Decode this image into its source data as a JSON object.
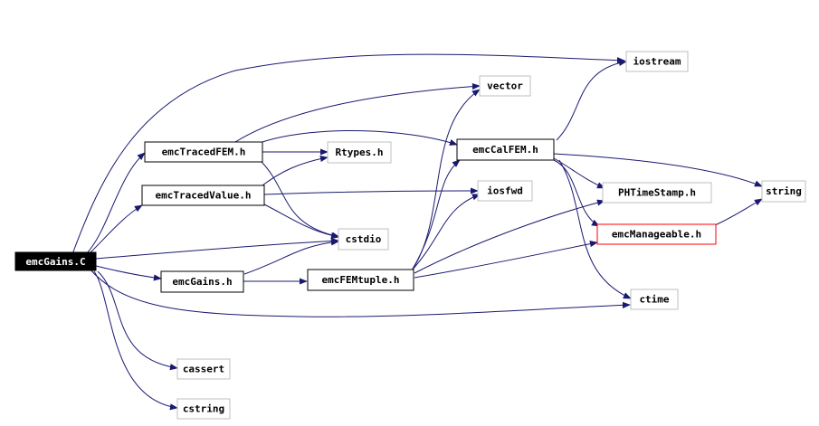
{
  "colors": {
    "edge": "#191970",
    "root_fill": "#000000",
    "root_text": "#ffffff",
    "node_border_black": "#000000",
    "node_border_gray": "#bfbfbf",
    "node_border_red": "#ff0000",
    "node_text": "#000000"
  },
  "nodes": {
    "emcGains_C": {
      "label": "emcGains.C",
      "style": "root"
    },
    "emcTracedFEM_h": {
      "label": "emcTracedFEM.h",
      "style": "black"
    },
    "emcTracedValue_h": {
      "label": "emcTracedValue.h",
      "style": "black"
    },
    "emcGains_h": {
      "label": "emcGains.h",
      "style": "black"
    },
    "emcFEMtuple_h": {
      "label": "emcFEMtuple.h",
      "style": "black"
    },
    "emcCalFEM_h": {
      "label": "emcCalFEM.h",
      "style": "black"
    },
    "emcManageable_h": {
      "label": "emcManageable.h",
      "style": "red"
    },
    "PHTimeStamp_h": {
      "label": "PHTimeStamp.h",
      "style": "gray"
    },
    "iostream": {
      "label": "iostream",
      "style": "gray"
    },
    "vector": {
      "label": "vector",
      "style": "gray"
    },
    "Rtypes_h": {
      "label": "Rtypes.h",
      "style": "gray"
    },
    "iosfwd": {
      "label": "iosfwd",
      "style": "gray"
    },
    "cstdio": {
      "label": "cstdio",
      "style": "gray"
    },
    "string": {
      "label": "string",
      "style": "gray"
    },
    "ctime": {
      "label": "ctime",
      "style": "gray"
    },
    "cassert": {
      "label": "cassert",
      "style": "gray"
    },
    "cstring": {
      "label": "cstring",
      "style": "gray"
    }
  },
  "edges": [
    [
      "emcGains_C",
      "emcTracedFEM_h"
    ],
    [
      "emcGains_C",
      "emcTracedValue_h"
    ],
    [
      "emcGains_C",
      "emcGains_h"
    ],
    [
      "emcGains_C",
      "iostream"
    ],
    [
      "emcGains_C",
      "cstdio"
    ],
    [
      "emcGains_C",
      "ctime"
    ],
    [
      "emcGains_C",
      "cassert"
    ],
    [
      "emcGains_C",
      "cstring"
    ],
    [
      "emcTracedFEM_h",
      "vector"
    ],
    [
      "emcTracedFEM_h",
      "Rtypes_h"
    ],
    [
      "emcTracedFEM_h",
      "emcCalFEM_h"
    ],
    [
      "emcTracedFEM_h",
      "cstdio"
    ],
    [
      "emcTracedValue_h",
      "Rtypes_h"
    ],
    [
      "emcTracedValue_h",
      "iosfwd"
    ],
    [
      "emcTracedValue_h",
      "cstdio"
    ],
    [
      "emcGains_h",
      "emcFEMtuple_h"
    ],
    [
      "emcGains_h",
      "cstdio"
    ],
    [
      "emcFEMtuple_h",
      "vector"
    ],
    [
      "emcFEMtuple_h",
      "iosfwd"
    ],
    [
      "emcFEMtuple_h",
      "emcCalFEM_h"
    ],
    [
      "emcFEMtuple_h",
      "PHTimeStamp_h"
    ],
    [
      "emcFEMtuple_h",
      "emcManageable_h"
    ],
    [
      "emcCalFEM_h",
      "iostream"
    ],
    [
      "emcCalFEM_h",
      "string"
    ],
    [
      "emcCalFEM_h",
      "PHTimeStamp_h"
    ],
    [
      "emcCalFEM_h",
      "emcManageable_h"
    ],
    [
      "emcCalFEM_h",
      "ctime"
    ],
    [
      "emcManageable_h",
      "string"
    ]
  ]
}
